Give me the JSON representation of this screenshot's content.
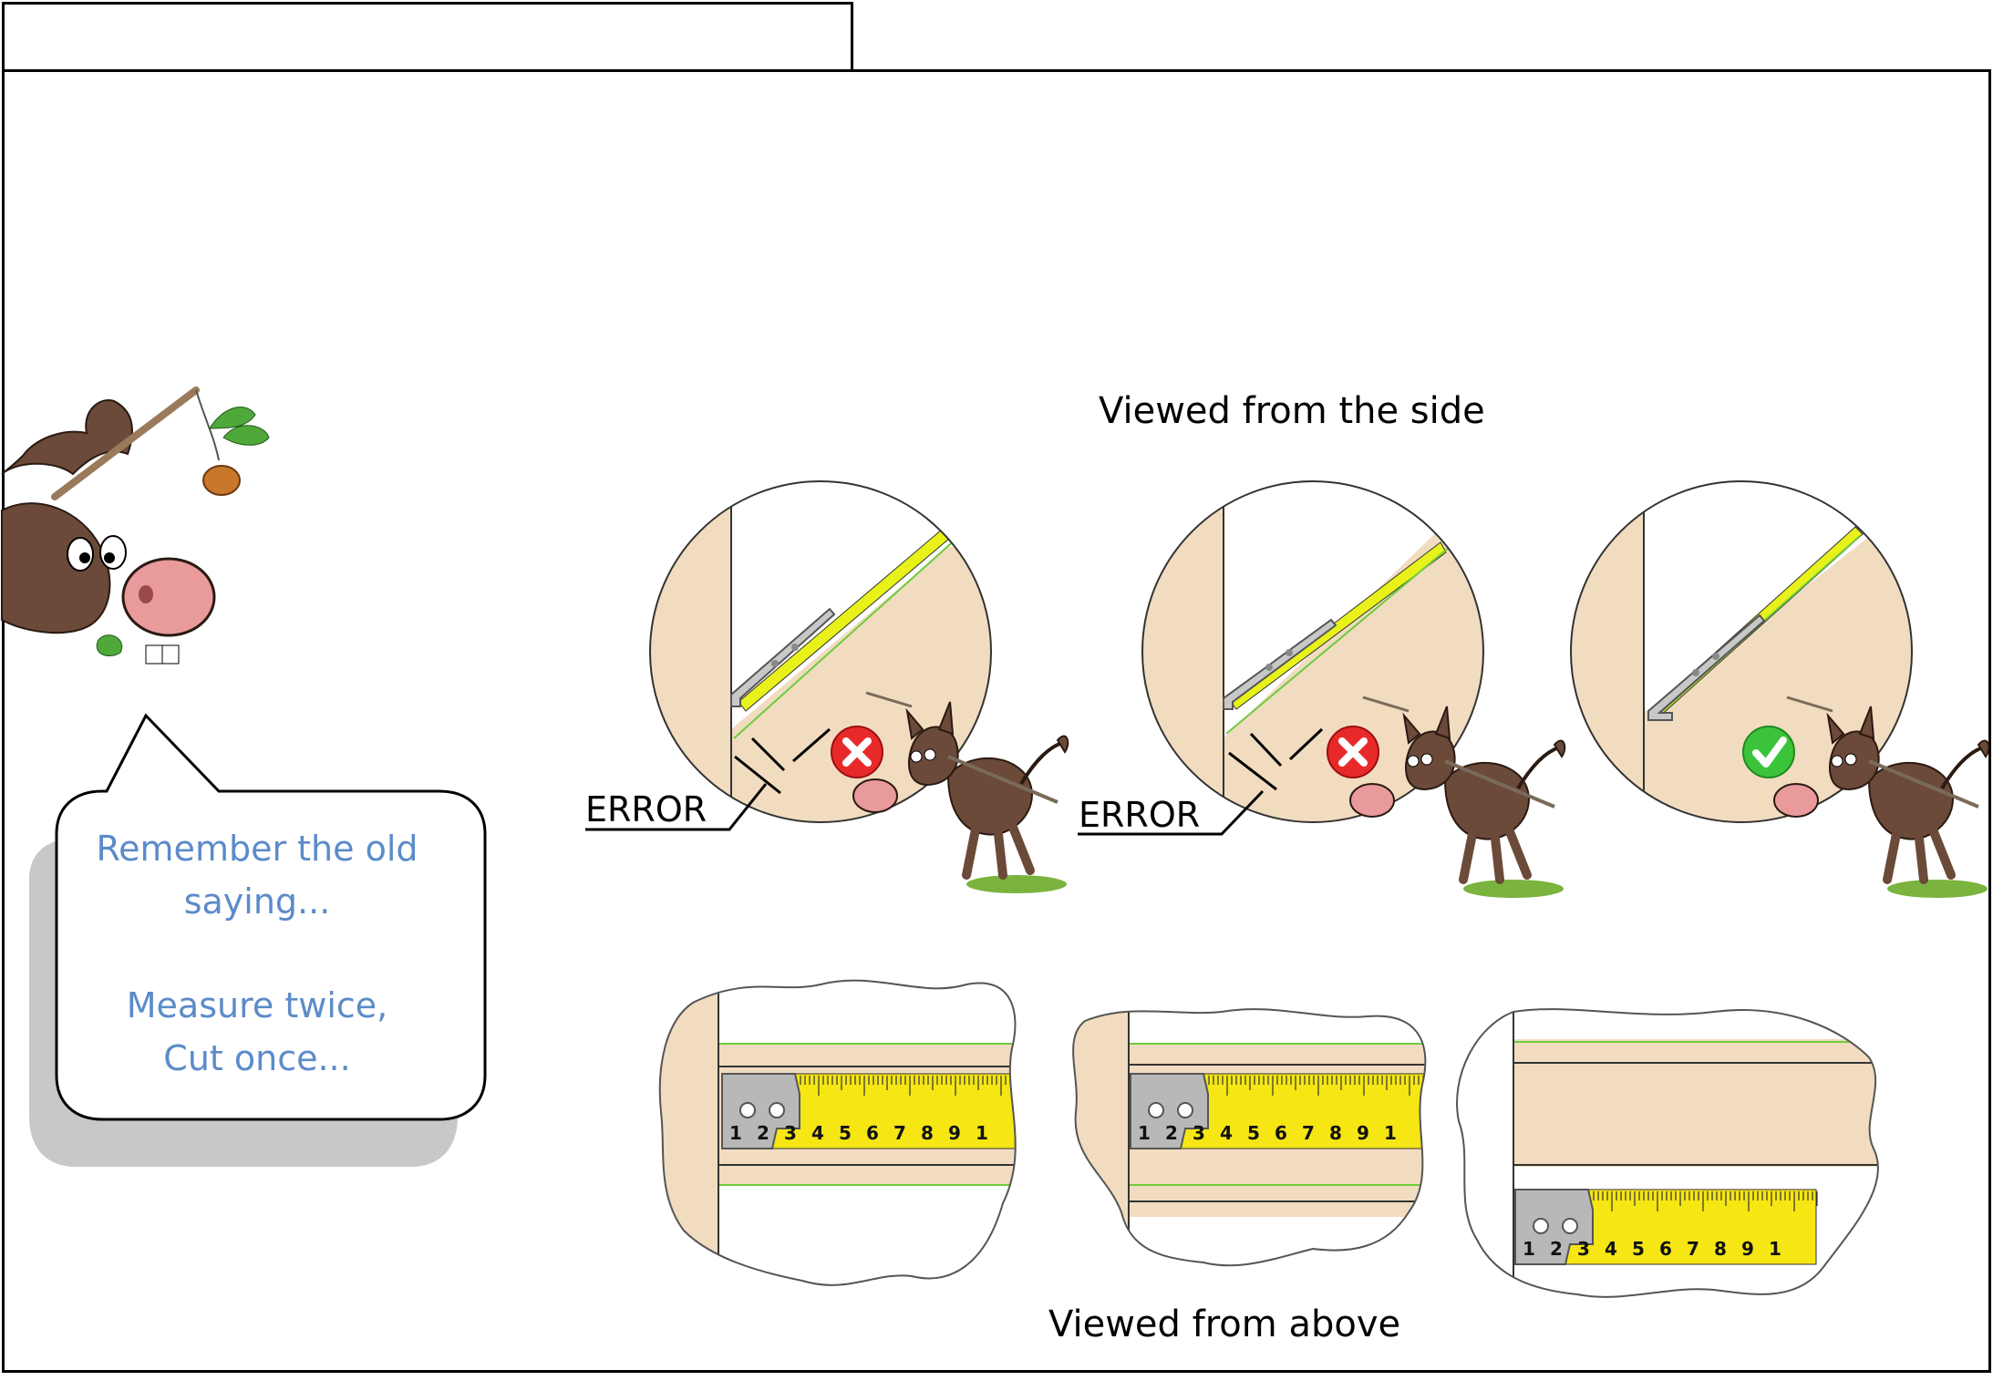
{
  "header": {
    "title": ""
  },
  "diagram": {
    "side_caption": "Viewed from the side",
    "above_caption": "Viewed from above",
    "error_labels": [
      "ERROR",
      "ERROR"
    ],
    "status_icons": [
      "x-circle-icon",
      "x-circle-icon",
      "check-circle-icon"
    ],
    "tape_digits": [
      "1",
      "2",
      "3",
      "4",
      "5",
      "6",
      "7",
      "8",
      "9",
      "1"
    ]
  },
  "speech_bubble": {
    "line1": "Remember the old",
    "line2": "saying...",
    "line3": "Measure twice,",
    "line4": "Cut once..."
  },
  "colors": {
    "wood": "#f1dcc0",
    "glazing": "#e8f21a",
    "error_red": "#e8292a",
    "ok_green": "#3bc43b",
    "bubble_text": "#5b8bc9",
    "donkey": "#6b4a3a",
    "tape_yellow": "#f5e614",
    "clip_grey": "#b8b8b8"
  }
}
